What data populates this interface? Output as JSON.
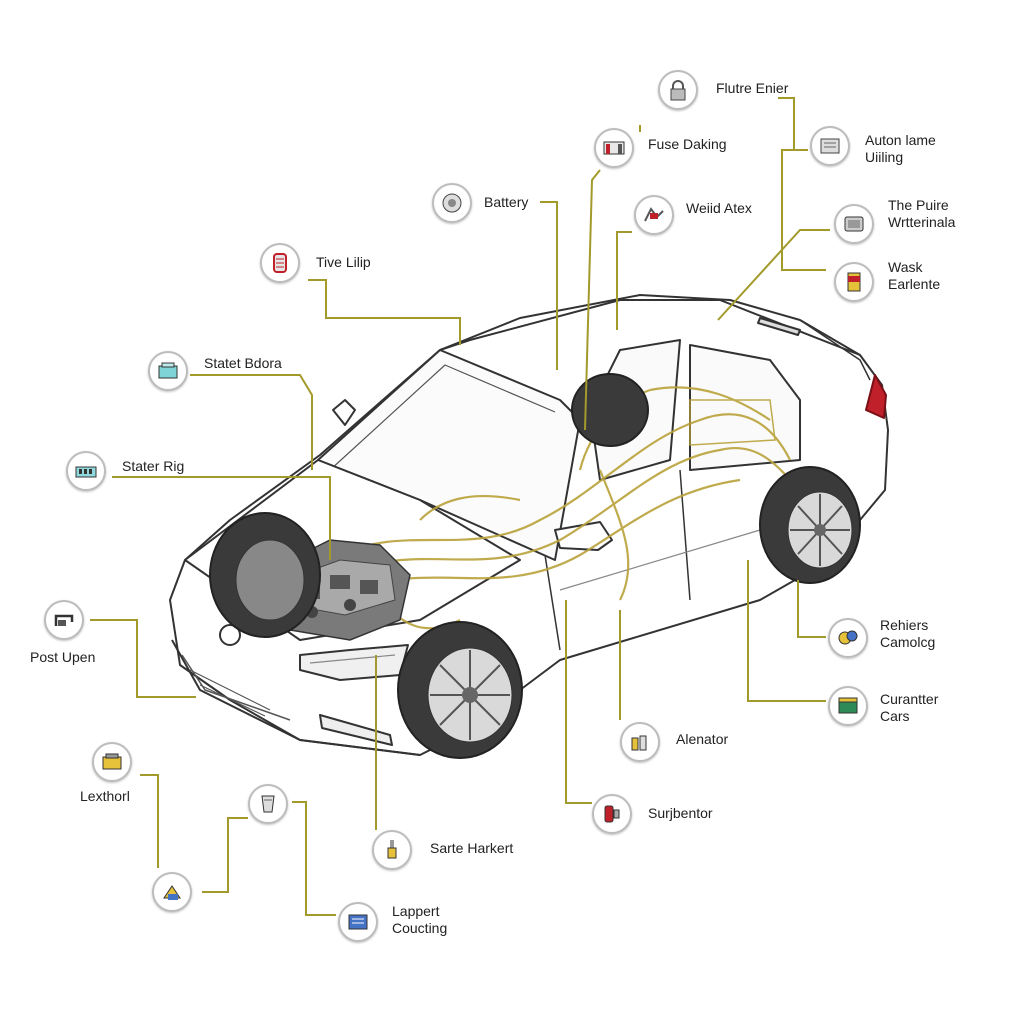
{
  "diagram": {
    "colors": {
      "leader": "#a39a2c",
      "wiring": "#b9a23a",
      "car_outline": "#333333",
      "tire": "#3a3a3a",
      "tail_light": "#c0202a"
    },
    "callouts": [
      {
        "id": "flutre-enier",
        "text": "Flutre Enier",
        "icon": "lock-icon"
      },
      {
        "id": "fuse-daking",
        "text": "Fuse Daking",
        "icon": "fuse-box-icon"
      },
      {
        "id": "auton-lame",
        "text": "Auton lame\nUiiling",
        "icon": "control-module-icon"
      },
      {
        "id": "battery",
        "text": "Battery",
        "icon": "battery-gear-icon"
      },
      {
        "id": "weiid-atex",
        "text": "Weiid Atex",
        "icon": "relay-icon"
      },
      {
        "id": "the-puire",
        "text": "The Puire\nWrtterinala",
        "icon": "ecu-icon"
      },
      {
        "id": "tive-lilip",
        "text": "Tive Lilip",
        "icon": "cylinder-icon"
      },
      {
        "id": "wask-earlente",
        "text": "Wask\nEarlente",
        "icon": "canister-icon"
      },
      {
        "id": "statet-bdora",
        "text": "Statet Bdora",
        "icon": "starter-box-icon"
      },
      {
        "id": "stater-rig",
        "text": "Stater Rig",
        "icon": "connector-block-icon"
      },
      {
        "id": "post-upen",
        "text": "Post Upen",
        "icon": "bracket-icon"
      },
      {
        "id": "rehiers-camolcg",
        "text": "Rehiers\nCamolcg",
        "icon": "sensor-cluster-icon"
      },
      {
        "id": "curantter-cars",
        "text": "Curantter\nCars",
        "icon": "battery-pack-icon"
      },
      {
        "id": "alenator",
        "text": "Alenator",
        "icon": "alternator-icon"
      },
      {
        "id": "lexthorl",
        "text": "Lexthorl",
        "icon": "engine-icon"
      },
      {
        "id": "surjbentor",
        "text": "Surjbentor",
        "icon": "solenoid-icon"
      },
      {
        "id": "sarte-harkert",
        "text": "Sarte Harkert",
        "icon": "spark-plug-icon"
      },
      {
        "id": "lappert-coucting",
        "text": "Lappert\nCoucting",
        "icon": "coupling-icon"
      },
      {
        "id": "unlabeled-pump",
        "text": "",
        "icon": "pump-icon"
      },
      {
        "id": "unlabeled-filter",
        "text": "",
        "icon": "filter-icon"
      }
    ]
  }
}
